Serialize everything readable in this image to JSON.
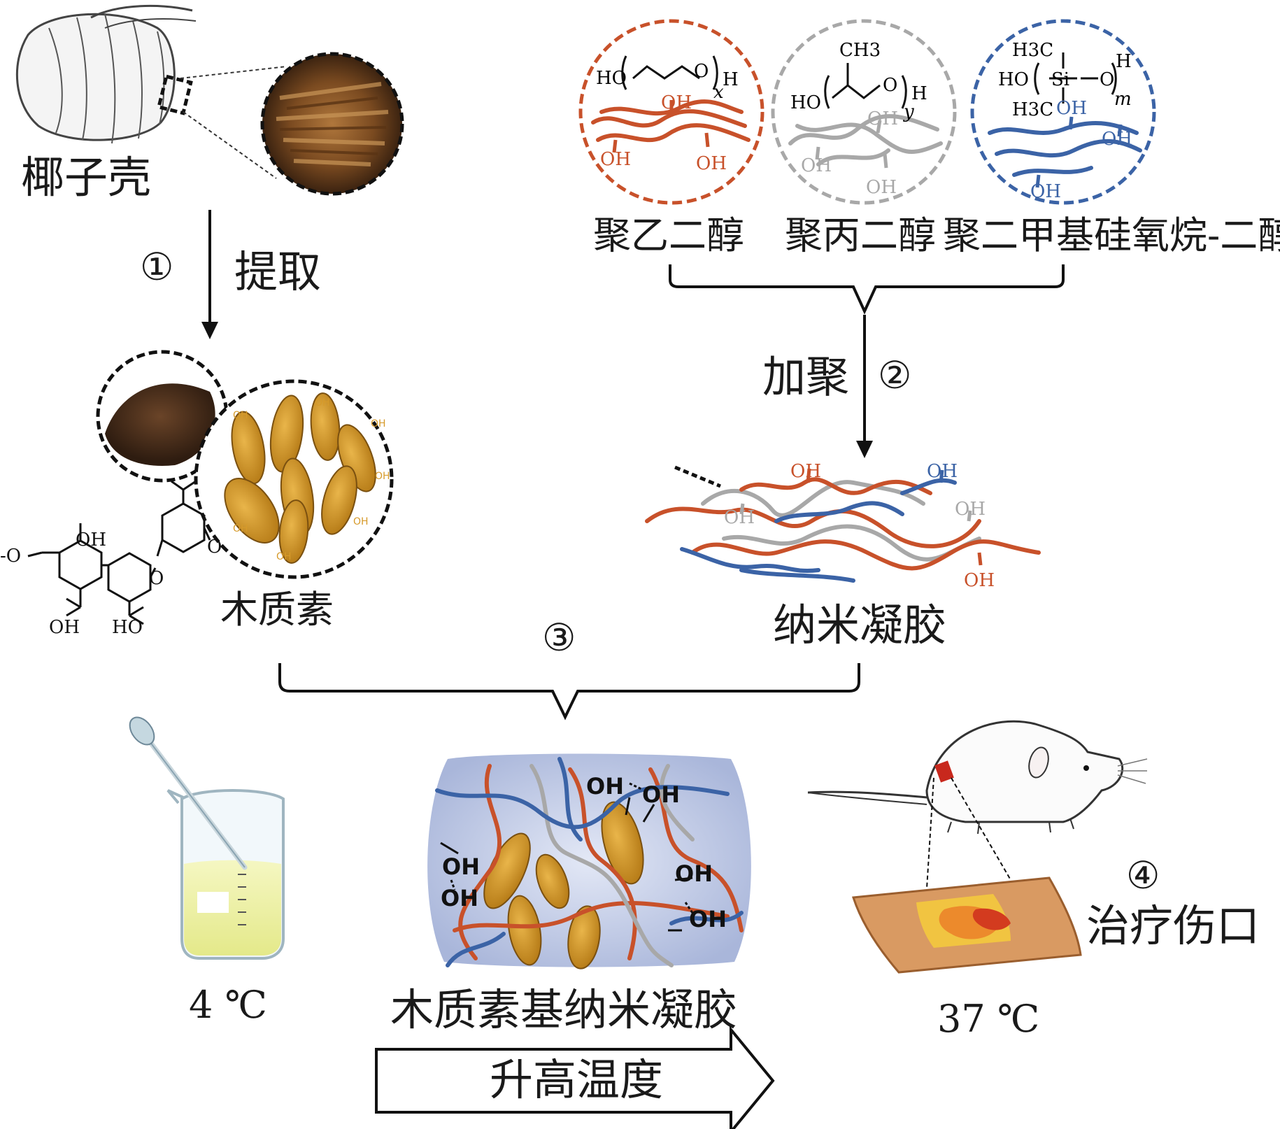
{
  "labels": {
    "coconut_shell": "椰子壳",
    "step1_num": "①",
    "step1_text": "提取",
    "lignin": "木质素",
    "peg": "聚乙二醇",
    "ppg": "聚丙二醇",
    "pdms": "聚二甲基硅氧烷-二醇",
    "step2_text": "加聚",
    "step2_num": "②",
    "nanogel": "纳米凝胶",
    "step3_num": "③",
    "temp_low": "4 ℃",
    "lignin_nanogel": "木质素基纳米凝胶",
    "temp_high": "37 ℃",
    "step4_num": "④",
    "wound_treatment": "治疗伤口",
    "raise_temp": "升高温度"
  },
  "chem": {
    "oh": "OH",
    "ho": "HO",
    "o": "O",
    "h": "H",
    "ch3": "CH3",
    "h3c": "H3C",
    "si": "Si",
    "sub_x": "x",
    "sub_y": "y",
    "sub_m": "m",
    "methoxy": "-O"
  },
  "colors": {
    "peg_red": "#c8512a",
    "ppg_gray": "#a8a8a8",
    "pdms_blue": "#3b63a6",
    "lignin_gold": "#d69a2a",
    "lignin_dark": "#8a5a12",
    "liquid_yellow": "#eef0a0",
    "gel_bg": "#c9d2ea",
    "skin": "#d99a62",
    "wound_yellow": "#f3c93e",
    "wound_red": "#d33b1f"
  }
}
